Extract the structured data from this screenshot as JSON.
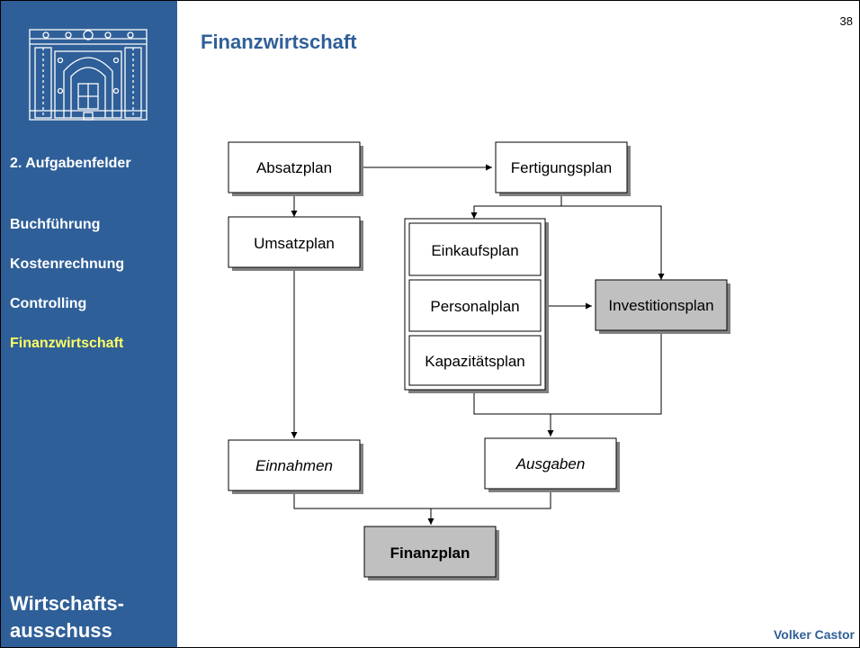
{
  "page": {
    "number": "38",
    "title": "Finanzwirtschaft",
    "author": "Volker Castor"
  },
  "sidebar": {
    "section": "2. Aufgabenfelder",
    "items": [
      {
        "label": "Buchführung",
        "active": false
      },
      {
        "label": "Kostenrechnung",
        "active": false
      },
      {
        "label": "Controlling",
        "active": false
      },
      {
        "label": "Finanzwirtschaft",
        "active": true
      }
    ],
    "org_line1": "Wirtschafts-",
    "org_line2": "ausschuss"
  },
  "diagram": {
    "nodes": {
      "absatzplan": "Absatzplan",
      "fertigungsplan": "Fertigungsplan",
      "umsatzplan": "Umsatzplan",
      "einkaufsplan": "Einkaufsplan",
      "personalplan": "Personalplan",
      "kapazitaetsplan": "Kapazitätsplan",
      "investitionsplan": "Investitionsplan",
      "einnahmen": "Einnahmen",
      "ausgaben": "Ausgaben",
      "finanzplan": "Finanzplan"
    },
    "edges": [
      [
        "absatzplan",
        "fertigungsplan"
      ],
      [
        "absatzplan",
        "umsatzplan"
      ],
      [
        "fertigungsplan",
        "einkaufsplan"
      ],
      [
        "fertigungsplan",
        "investitionsplan"
      ],
      [
        "personalplan",
        "investitionsplan"
      ],
      [
        "umsatzplan",
        "einnahmen"
      ],
      [
        "kapazitaetsplan",
        "ausgaben"
      ],
      [
        "investitionsplan",
        "ausgaben"
      ],
      [
        "einnahmen",
        "finanzplan"
      ],
      [
        "ausgaben",
        "finanzplan"
      ]
    ],
    "colors": {
      "highlight_fill": "#c0c0c0",
      "shadow": "#808080",
      "line": "#000000"
    }
  },
  "colors": {
    "sidebar_bg": "#2f5f98",
    "active_nav": "#ffff66",
    "title": "#2f5f98"
  }
}
